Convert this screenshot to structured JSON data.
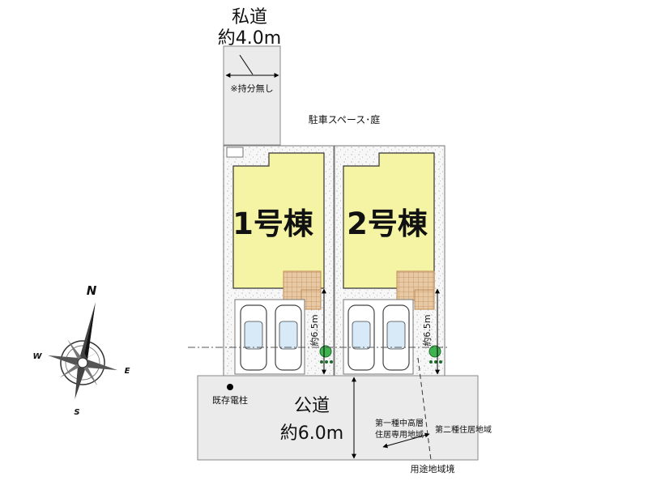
{
  "private_road": {
    "title": "私道",
    "width": "約4.0m",
    "note": "※持分無し"
  },
  "parking_garden_label": "駐車スペース･庭",
  "buildings": [
    {
      "label": "1号棟"
    },
    {
      "label": "2号棟"
    }
  ],
  "depth_dims": [
    "約6.5m",
    "約6.5m"
  ],
  "public_road": {
    "title": "公道",
    "width": "約6.0m"
  },
  "existing_pole_label": "既存電柱",
  "zones": {
    "left": [
      "第一種中高層",
      "住居専用地域"
    ],
    "right": "第二種住居地域",
    "boundary": "用途地域境"
  },
  "compass": {
    "n": "N",
    "e": "E",
    "s": "S",
    "w": "W"
  },
  "colors": {
    "building_fill": "#f5f3a4",
    "road_fill": "#ebebeb",
    "lot_fill": "#f7f7f7",
    "deck_fill": "#e7c9a6",
    "deck_line": "#c08a52",
    "planter_fill": "#3fb34f"
  }
}
